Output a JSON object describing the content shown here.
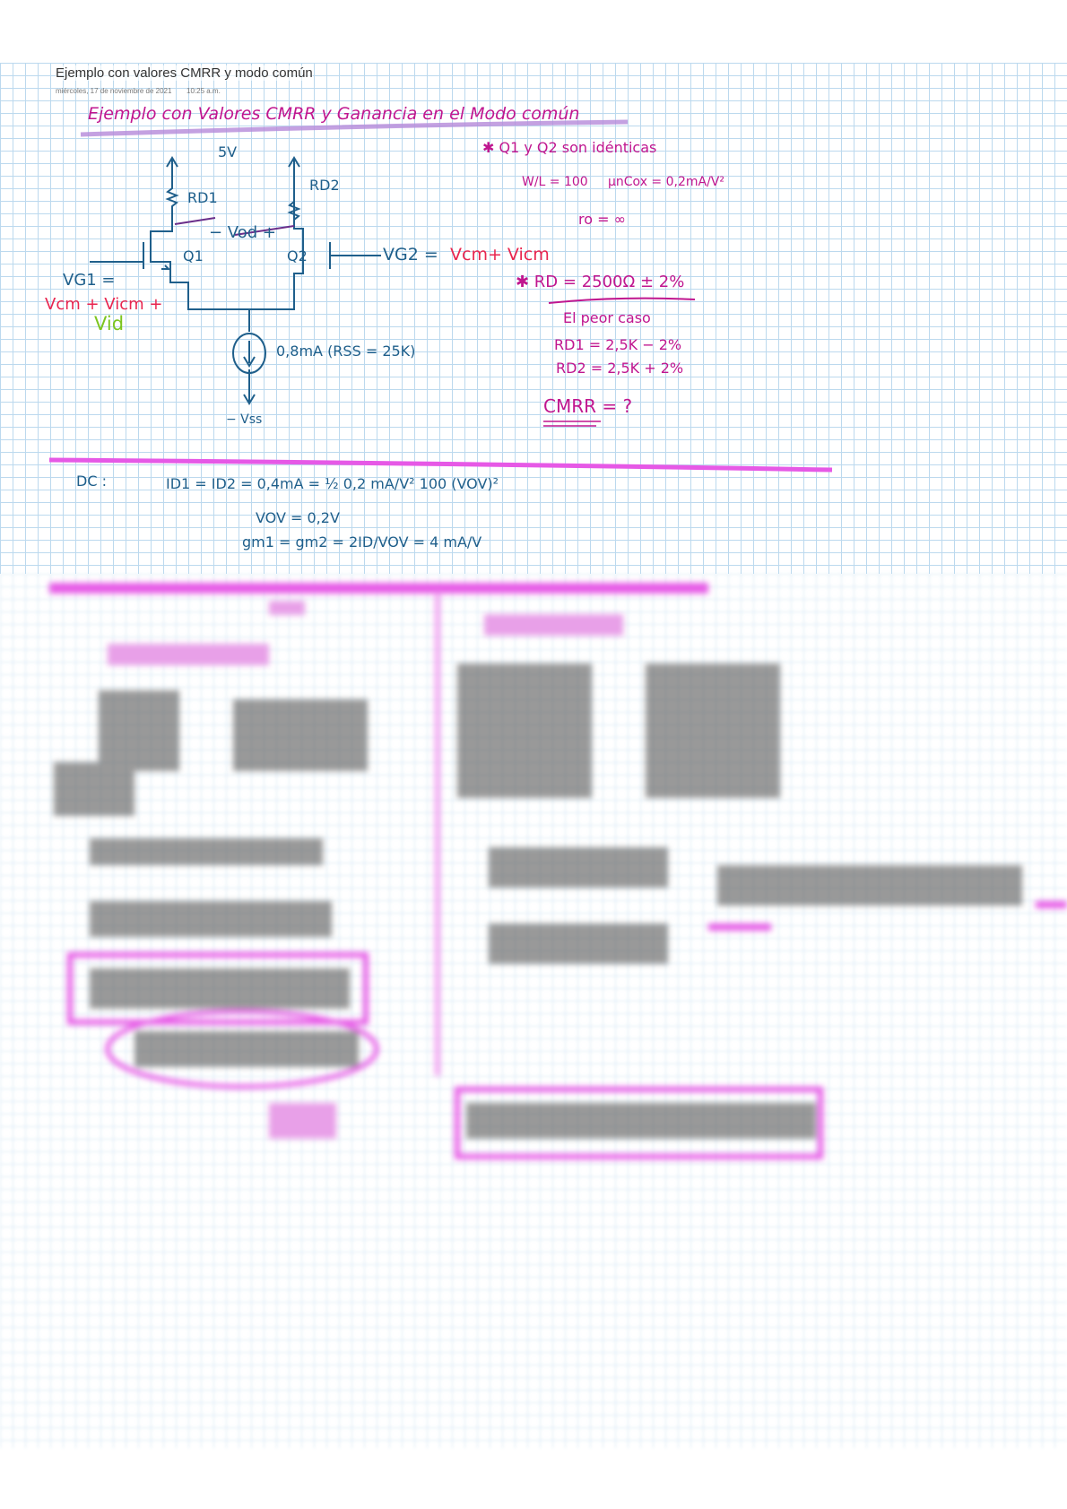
{
  "page": {
    "title": "Ejemplo con valores CMRR y modo común",
    "date": "miércoles, 17 de noviembre de 2021",
    "time": "10:25 a.m."
  },
  "notes": {
    "heading": "Ejemplo con Valores CMRR y Ganancia en el Modo común",
    "vdd": "5V",
    "rd1": "RD1",
    "rd2": "RD2",
    "vod": "− Vod +",
    "q1": "Q1",
    "q2": "Q2",
    "vg1a": "VG1 =",
    "vg1b": "Vcm + Vicm +",
    "vg1c": "Vid",
    "vg2": "VG2 =",
    "vg2b": "Vcm+ Vicm",
    "isrc": "0,8mA (RSS = 25K)",
    "vss": "− Vss",
    "given1": "✱ Q1 y Q2 son idénticas",
    "given2": "W/L = 100",
    "given3": "μnCox = 0,2mA/V²",
    "given4": "ro = ∞",
    "rd": "✱ RD = 2500Ω ± 2%",
    "worst": "El peor caso",
    "rd1v": "RD1 = 2,5K − 2%",
    "rd2v": "RD2 = 2,5K + 2%",
    "cmrr": "CMRR = ?",
    "dc": "DC :",
    "eq1": "ID1 = ID2 = 0,4mA = ½ 0,2 mA/V² 100 (VOV)²",
    "eq2": "VOV = 0,2V",
    "eq3": "gm1 = gm2 = 2ID/VOV = 4 mA/V"
  },
  "colors": {
    "blue": "#1f5f8b",
    "magenta": "#c0168f",
    "red": "#e8254f",
    "green": "#7cc51f",
    "highlight": "#e659e6",
    "purple": "#b58ad9"
  }
}
